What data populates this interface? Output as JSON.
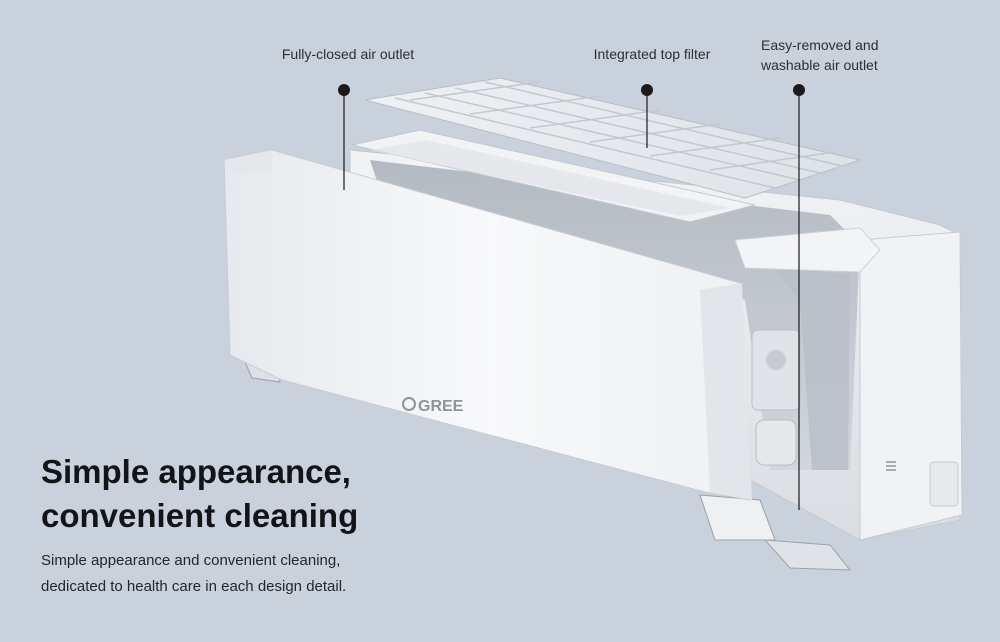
{
  "callouts": {
    "outlet": "Fully-closed air outlet",
    "filter": "Integrated top filter",
    "removable_line1": "Easy-removed and",
    "removable_line2": "washable air outlet"
  },
  "brand": {
    "logo_text": "GREE"
  },
  "headline": {
    "line1": "Simple appearance,",
    "line2": "convenient cleaning"
  },
  "description": {
    "line1": "Simple appearance and convenient cleaning,",
    "line2": "dedicated to health care in each design detail."
  },
  "colors": {
    "background": "#c9d2dc",
    "panel": "#f4f5f7",
    "marker": "#1a1a1a",
    "text": "#121418"
  }
}
